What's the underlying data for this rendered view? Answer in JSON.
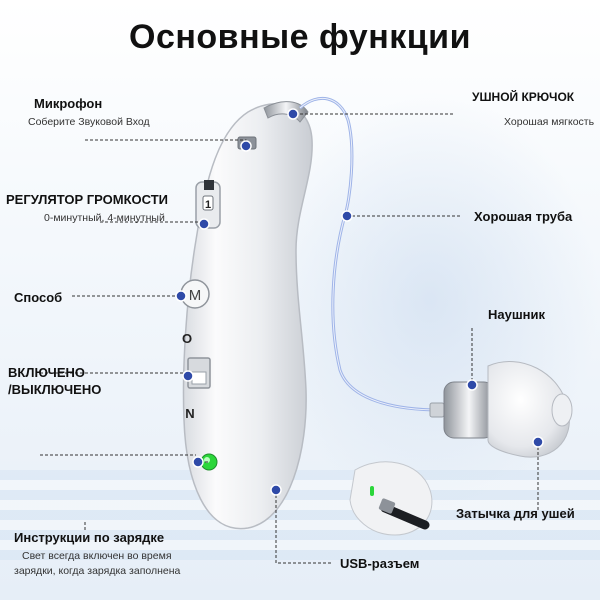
{
  "title": "Основные функции",
  "labels": {
    "microphone": {
      "title": "Микрофон",
      "desc": "Соберите Звуковой Вход"
    },
    "volume": {
      "title": "РЕГУЛЯТОР ГРОМКОСТИ",
      "desc": "0-минутный, 4-минутный"
    },
    "mode": {
      "title": "Способ"
    },
    "power": {
      "title_line1": "ВКЛЮЧЕНО",
      "title_line2": "/ВЫКЛЮЧЕНО"
    },
    "charging": {
      "title": "Инструкции по зарядке",
      "desc_line1": "Свет всегда включен во время",
      "desc_line2": "зарядки, когда зарядка заполнена"
    },
    "ear_hook": {
      "title": "УШНОЙ КРЮЧОК",
      "desc": "Хорошая мягкость"
    },
    "tube": {
      "title": "Хорошая труба"
    },
    "earpiece": {
      "title": "Наушник"
    },
    "ear_plug": {
      "title": "Затычка для ушей"
    },
    "usb": {
      "title": "USB-разъем"
    }
  },
  "device": {
    "mode_button_letter": "M",
    "switch_on_letter": "O",
    "switch_n_letter": "N",
    "volume_wheel_mark": "1"
  },
  "colors": {
    "accent_dot": "#2f4aa8",
    "led_green": "#2bd63a",
    "body_white": "#f2f3f5",
    "tube_blue": "#9fb4e8"
  }
}
